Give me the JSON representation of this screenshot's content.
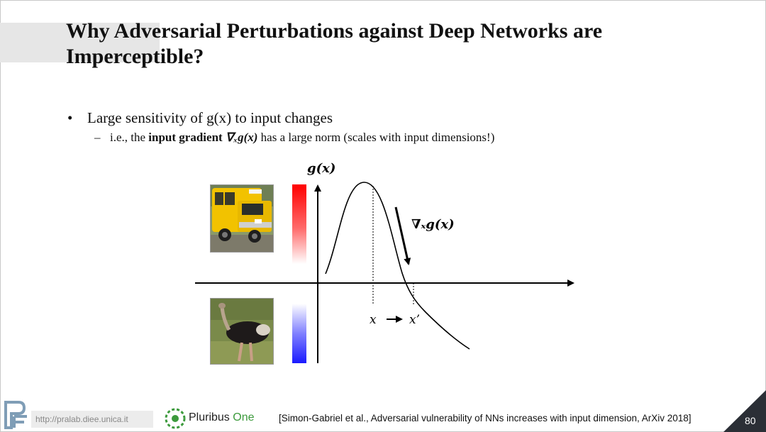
{
  "slide": {
    "title": "Why Adversarial Perturbations against Deep Networks are Imperceptible?",
    "bullet": {
      "marker": "•",
      "text": "Large sensitivity of g(x) to input changes"
    },
    "sub_bullet": {
      "marker": "–",
      "prefix": "i.e., the ",
      "bold": "input gradient ",
      "math": "∇ₓg(x)",
      "suffix": " has a large norm (scales with input dimensions!)"
    },
    "plot": {
      "ylabel": "g(x)",
      "gradient_label": "∇ₓg(x)",
      "x_label": "x",
      "x_prime_label": "x’",
      "arrow": "→",
      "colors": {
        "red_bar": "#ff0000",
        "blue_bar": "#1a1aff"
      }
    },
    "images": {
      "top": "school-bus-photo",
      "bottom": "ostrich-photo"
    },
    "footer": {
      "url": "http://pralab.diee.unica.it",
      "brand_main": "Pluribus ",
      "brand_accent": "One",
      "citation": "[Simon-Gabriel et al., Adversarial vulnerability of NNs increases with input dimension, ArXiv 2018]",
      "page_number": "80",
      "accent_color": "#3c9a3c"
    }
  }
}
